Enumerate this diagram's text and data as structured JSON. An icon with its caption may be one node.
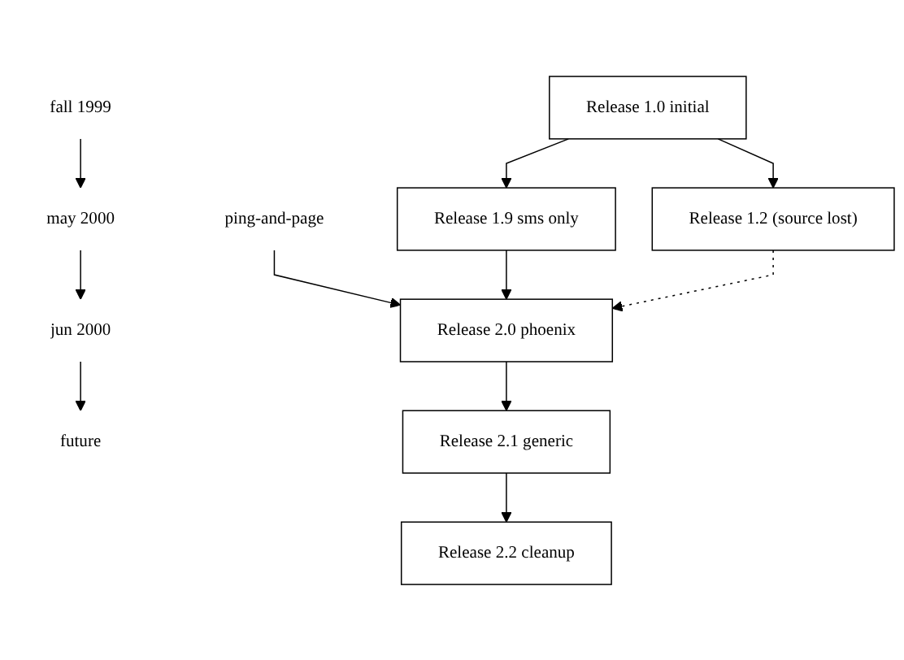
{
  "diagram": {
    "nodes": [
      {
        "text": [
          "fall 1999"
        ]
      },
      {
        "text": [
          "may 2000"
        ]
      },
      {
        "text": [
          "jun 2000"
        ]
      },
      {
        "text": [
          "future"
        ]
      },
      {
        "text": [
          "Release 1.0 initial"
        ]
      },
      {
        "text": [
          "ping-and-page"
        ]
      },
      {
        "text": [
          "Release 1.9 sms only"
        ]
      },
      {
        "text": [
          "Release 1.2 (source lost)"
        ]
      },
      {
        "text": [
          "Release 2.0 phoenix"
        ]
      },
      {
        "text": [
          "Release 2.1 generic"
        ]
      },
      {
        "text": [
          "Release 2.2 cleanup"
        ]
      }
    ],
    "edges": [
      {
        "from": 0,
        "to": 1,
        "arrow": "to"
      },
      {
        "from": 1,
        "to": 2,
        "arrow": "to"
      },
      {
        "from": 2,
        "to": 3,
        "arrow": "to"
      },
      {
        "from": 4,
        "to": 6,
        "arrow": "to"
      },
      {
        "from": 4,
        "to": 7,
        "arrow": "to"
      },
      {
        "from": 5,
        "to": 8,
        "arrow": "to"
      },
      {
        "from": 6,
        "to": 8,
        "arrow": "to"
      },
      {
        "from": 7,
        "to": 8,
        "arrow": "to",
        "style": "dashed"
      },
      {
        "from": 8,
        "to": 9,
        "arrow": "to"
      },
      {
        "from": 9,
        "to": 10,
        "arrow": "to"
      }
    ]
  }
}
